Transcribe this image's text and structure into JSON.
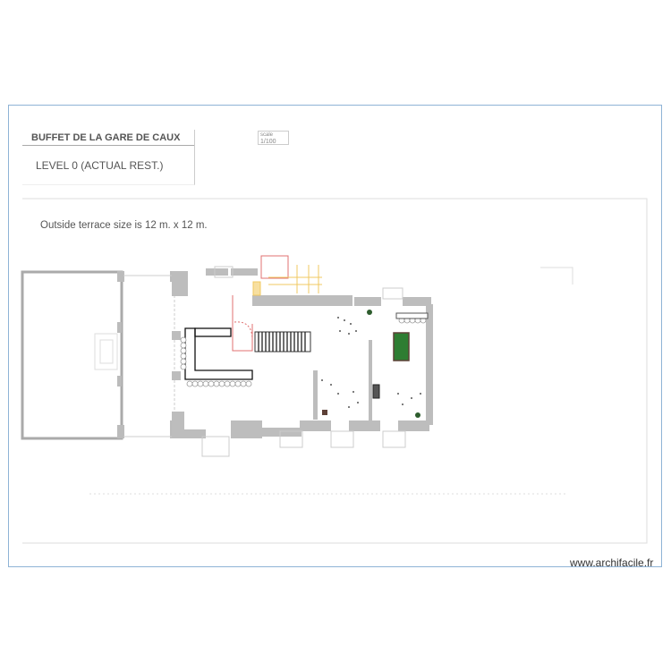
{
  "title_block": {
    "project": "BUFFET DE LA GARE DE CAUX",
    "level": "LEVEL 0 (ACTUAL REST.)"
  },
  "scale": {
    "label": "scale",
    "value": "1/100"
  },
  "note": "Outside terrace size is 12 m. x 12 m.",
  "credit": "www.archifacile.fr",
  "colors": {
    "frame": "#8fb3d6",
    "walls": "#bdbdbd",
    "stairs_red": "#e07070",
    "stairs_yellow": "#f0c860",
    "billiard": "#2e7d32"
  }
}
